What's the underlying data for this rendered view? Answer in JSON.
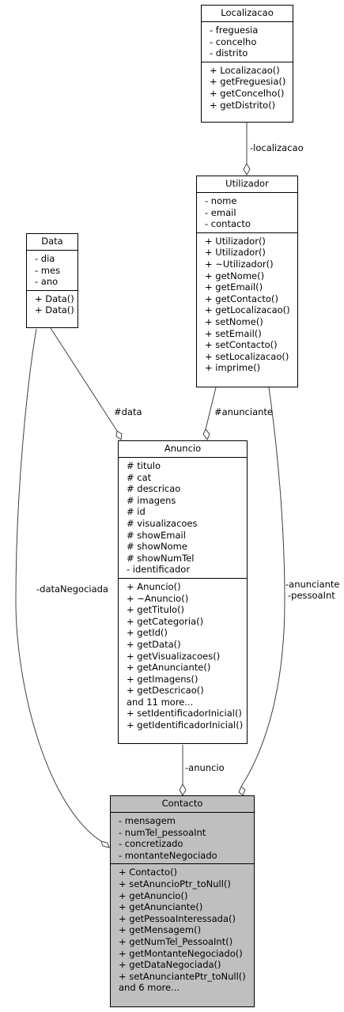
{
  "classes": {
    "localizacao": {
      "name": "Localizacao",
      "attributes": [
        "- freguesia",
        "- concelho",
        "- distrito"
      ],
      "methods": [
        "+ Localizacao()",
        "+ getFreguesia()",
        "+ getConcelho()",
        "+ getDistrito()"
      ]
    },
    "utilizador": {
      "name": "Utilizador",
      "attributes": [
        "- nome",
        "- email",
        "- contacto"
      ],
      "methods": [
        "+ Utilizador()",
        "+ Utilizador()",
        "+ ~Utilizador()",
        "+ getNome()",
        "+ getEmail()",
        "+ getContacto()",
        "+ getLocalizacao()",
        "+ setNome()",
        "+ setEmail()",
        "+ setContacto()",
        "+ setLocalizacao()",
        "+ imprime()"
      ]
    },
    "data": {
      "name": "Data",
      "attributes": [
        "- dia",
        "- mes",
        "- ano"
      ],
      "methods": [
        "+ Data()",
        "+ Data()"
      ]
    },
    "anuncio": {
      "name": "Anuncio",
      "attributes": [
        "# titulo",
        "# cat",
        "# descricao",
        "# imagens",
        "# id",
        "# visualizacoes",
        "# showEmail",
        "# showNome",
        "# showNumTel",
        "- identificador"
      ],
      "methods": [
        "+ Anuncio()",
        "+ ~Anuncio()",
        "+ getTitulo()",
        "+ getCategoria()",
        "+ getId()",
        "+ getData()",
        "+ getVisualizacoes()",
        "+ getAnunciante()",
        "+ getImagens()",
        "+ getDescricao()",
        "and 11 more...",
        "+ setIdentificadorInicial()",
        "+ getIdentificadorInicial()"
      ]
    },
    "contacto": {
      "name": "Contacto",
      "attributes": [
        "- mensagem",
        "- numTel_pessoaInt",
        "- concretizado",
        "- montanteNegociado"
      ],
      "methods": [
        "+ Contacto()",
        "+ setAnuncioPtr_toNull()",
        "+ getAnuncio()",
        "+ getAnunciante()",
        "+ getPessoaInteressada()",
        "+ getMensagem()",
        "+ getNumTel_PessoaInt()",
        "+ getMontanteNegociado()",
        "+ getDataNegociada()",
        "+ setAnunciantePtr_toNull()",
        "and 6 more..."
      ]
    }
  },
  "relations": {
    "localizacao_label": "-localizacao",
    "data_label": "#data",
    "anunciante_label": "#anunciante",
    "data_negociada_label": "-dataNegociada",
    "anunciante_pessoa_label_1": "-anunciante",
    "anunciante_pessoa_label_2": "-pessoaInt",
    "anuncio_label": "-anuncio"
  },
  "colors": {
    "highlight": "#bfbfbf",
    "line": "#404040"
  }
}
